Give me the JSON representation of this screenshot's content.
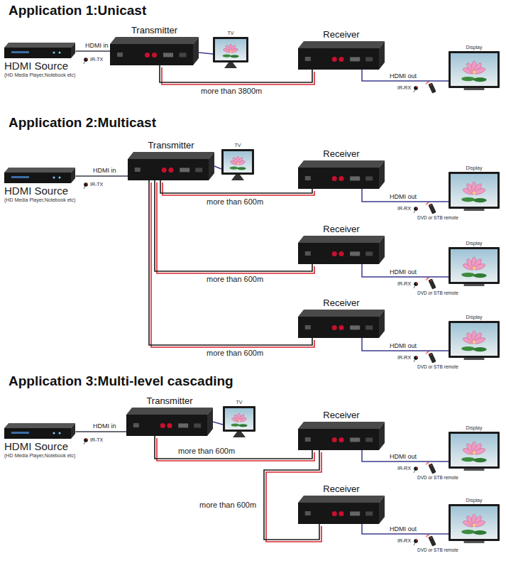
{
  "diagram": {
    "nodes": [
      {
        "text": [
          "HDMI Source",
          "(HD Media Player,Notebook etc)"
        ]
      },
      {
        "text": [
          "Transmitter"
        ]
      },
      {
        "text": [
          "TV"
        ]
      },
      {
        "text": [
          "Receiver"
        ]
      },
      {
        "text": [
          "Display"
        ]
      },
      {
        "text": [
          "HDMI Source",
          "(HD Media Player,Notebook etc)"
        ]
      },
      {
        "text": [
          "Transmitter"
        ]
      },
      {
        "text": [
          "TV"
        ]
      },
      {
        "text": [
          "Receiver"
        ]
      },
      {
        "text": [
          "Display"
        ]
      },
      {
        "text": [
          "Receiver"
        ]
      },
      {
        "text": [
          "Display"
        ]
      },
      {
        "text": [
          "Receiver"
        ]
      },
      {
        "text": [
          "Display"
        ]
      },
      {
        "text": [
          "HDMI Source",
          "(HD Media Player,Notebook etc)"
        ]
      },
      {
        "text": [
          "Transmitter"
        ]
      },
      {
        "text": [
          "TV"
        ]
      },
      {
        "text": [
          "Receiver"
        ]
      },
      {
        "text": [
          "Display"
        ]
      },
      {
        "text": [
          "Receiver"
        ]
      },
      {
        "text": [
          "Display"
        ]
      }
    ],
    "edges": [
      {
        "from": 0,
        "to": 1,
        "label": "HDMI in",
        "arrow": "none"
      },
      {
        "from": 1,
        "to": 2,
        "arrow": "none"
      },
      {
        "from": 1,
        "to": 3,
        "label": "more than 3800m",
        "arrow": "none"
      },
      {
        "from": 3,
        "to": 4,
        "label": "HDMI out",
        "arrow": "none"
      },
      {
        "from": 5,
        "to": 6,
        "label": "HDMI in",
        "arrow": "none"
      },
      {
        "from": 6,
        "to": 7,
        "arrow": "none"
      },
      {
        "from": 6,
        "to": 8,
        "label": "more than 600m",
        "arrow": "none"
      },
      {
        "from": 8,
        "to": 9,
        "label": "HDMI out",
        "arrow": "none"
      },
      {
        "from": 6,
        "to": 10,
        "label": "more than 600m",
        "arrow": "none"
      },
      {
        "from": 10,
        "to": 11,
        "label": "HDMI out",
        "arrow": "none"
      },
      {
        "from": 6,
        "to": 12,
        "label": "more than 600m",
        "arrow": "none"
      },
      {
        "from": 12,
        "to": 13,
        "label": "HDMI out",
        "arrow": "none"
      },
      {
        "from": 14,
        "to": 15,
        "label": "HDMI in",
        "arrow": "none"
      },
      {
        "from": 15,
        "to": 16,
        "arrow": "none"
      },
      {
        "from": 15,
        "to": 17,
        "label": "more than 600m",
        "arrow": "none"
      },
      {
        "from": 17,
        "to": 18,
        "label": "HDMI out",
        "arrow": "none"
      },
      {
        "from": 17,
        "to": 19,
        "label": "more than 600m",
        "arrow": "none"
      },
      {
        "from": 19,
        "to": 20,
        "label": "HDMI out",
        "arrow": "none"
      }
    ],
    "labels": [
      "Application 1:Unicast",
      "IR-TX",
      "IR-RX",
      "Application 2:Multicast",
      "IR-TX",
      "IR-RX",
      "DVD or STB remote",
      "IR-RX",
      "DVD or STB remote",
      "IR-RX",
      "DVD or STB remote",
      "Application 3:Multi-level cascading",
      "IR-TX",
      "IR-RX",
      "DVD or STB remote",
      "IR-RX",
      "DVD or STB remote"
    ]
  }
}
